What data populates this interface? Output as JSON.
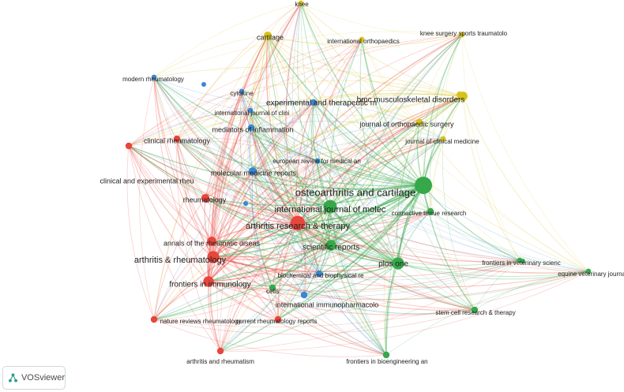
{
  "colors": {
    "red": "#e8453c",
    "green": "#36a84a",
    "blue": "#3a86d2",
    "yellow": "#d8c21a",
    "logo": "#2a9a8a"
  },
  "logo": {
    "label": "VOSviewer",
    "icon": "vosviewer-logo-icon"
  },
  "network": {
    "nodes": [
      {
        "id": "knee",
        "label": "knee",
        "cluster": "yellow",
        "weight": 1
      },
      {
        "id": "cartilage",
        "label": "cartilage",
        "cluster": "yellow",
        "weight": 3
      },
      {
        "id": "intorth",
        "label": "international orthopaedics",
        "cluster": "yellow",
        "weight": 1
      },
      {
        "id": "ksst",
        "label": "knee surgery sports traumatolo",
        "cluster": "yellow",
        "weight": 1
      },
      {
        "id": "bmc",
        "label": "bmc musculoskeletal disorders",
        "cluster": "yellow",
        "weight": 4
      },
      {
        "id": "jos",
        "label": "journal of orthopaedic surgery",
        "cluster": "yellow",
        "weight": 2
      },
      {
        "id": "jcm",
        "label": "journal of clinical medicine",
        "cluster": "yellow",
        "weight": 1
      },
      {
        "id": "modrheu",
        "label": "modern rheumatology",
        "cluster": "blue",
        "weight": 1
      },
      {
        "id": "cytokine",
        "label": "cytokine",
        "cluster": "blue",
        "weight": 1
      },
      {
        "id": "expther",
        "label": "experimental and therapeutic m",
        "cluster": "blue",
        "weight": 2
      },
      {
        "id": "ijc",
        "label": "international journal of clini",
        "cluster": "blue",
        "weight": 1
      },
      {
        "id": "medinfl",
        "label": "mediators of inflammation",
        "cluster": "blue",
        "weight": 2
      },
      {
        "id": "eurrev",
        "label": "european review for medical an",
        "cluster": "blue",
        "weight": 1
      },
      {
        "id": "molmed",
        "label": "molecular medicine reports",
        "cluster": "blue",
        "weight": 3
      },
      {
        "id": "biochem",
        "label": "biochemical and biophysical re",
        "cluster": "blue",
        "weight": 2
      },
      {
        "id": "intimm",
        "label": "international immunopharmacolo",
        "cluster": "blue",
        "weight": 2
      },
      {
        "id": "clinrheu",
        "label": "clinical rheumatology",
        "cluster": "red",
        "weight": 2
      },
      {
        "id": "clinexp",
        "label": "clinical and experimental rheu",
        "cluster": "red",
        "weight": 2
      },
      {
        "id": "rheumatology",
        "label": "rheumatology",
        "cluster": "red",
        "weight": 3
      },
      {
        "id": "arthres",
        "label": "arthritis research & therapy",
        "cluster": "red",
        "weight": 8
      },
      {
        "id": "annals",
        "label": "annals of the rheumatic diseas",
        "cluster": "red",
        "weight": 4
      },
      {
        "id": "arthrheum",
        "label": "arthritis & rheumatology",
        "cluster": "red",
        "weight": 6
      },
      {
        "id": "frontimm",
        "label": "frontiers in immunology",
        "cluster": "red",
        "weight": 5
      },
      {
        "id": "natrev",
        "label": "nature reviews rheumatology",
        "cluster": "red",
        "weight": 2
      },
      {
        "id": "currheu",
        "label": "current rheumatology reports",
        "cluster": "red",
        "weight": 2
      },
      {
        "id": "arthrheumatism",
        "label": "arthritis and rheumatism",
        "cluster": "red",
        "weight": 2
      },
      {
        "id": "oac",
        "label": "osteoarthritis and cartilage",
        "cluster": "green",
        "weight": 10
      },
      {
        "id": "ijms",
        "label": "international journal of molec",
        "cluster": "green",
        "weight": 7
      },
      {
        "id": "connect",
        "label": "connective tissue research",
        "cluster": "green",
        "weight": 2
      },
      {
        "id": "sci",
        "label": "scientific reports",
        "cluster": "green",
        "weight": 5
      },
      {
        "id": "plos",
        "label": "plos one",
        "cluster": "green",
        "weight": 6
      },
      {
        "id": "cells",
        "label": "cells",
        "cluster": "green",
        "weight": 2
      },
      {
        "id": "vetsci",
        "label": "frontiers in veterinary scienc",
        "cluster": "green",
        "weight": 1
      },
      {
        "id": "equine",
        "label": "equine veterinary journal",
        "cluster": "green",
        "weight": 1
      },
      {
        "id": "stemcell",
        "label": "stem cell research & therapy",
        "cluster": "green",
        "weight": 2
      },
      {
        "id": "bioeng",
        "label": "frontiers in bioengineering an",
        "cluster": "green",
        "weight": 2
      }
    ]
  }
}
